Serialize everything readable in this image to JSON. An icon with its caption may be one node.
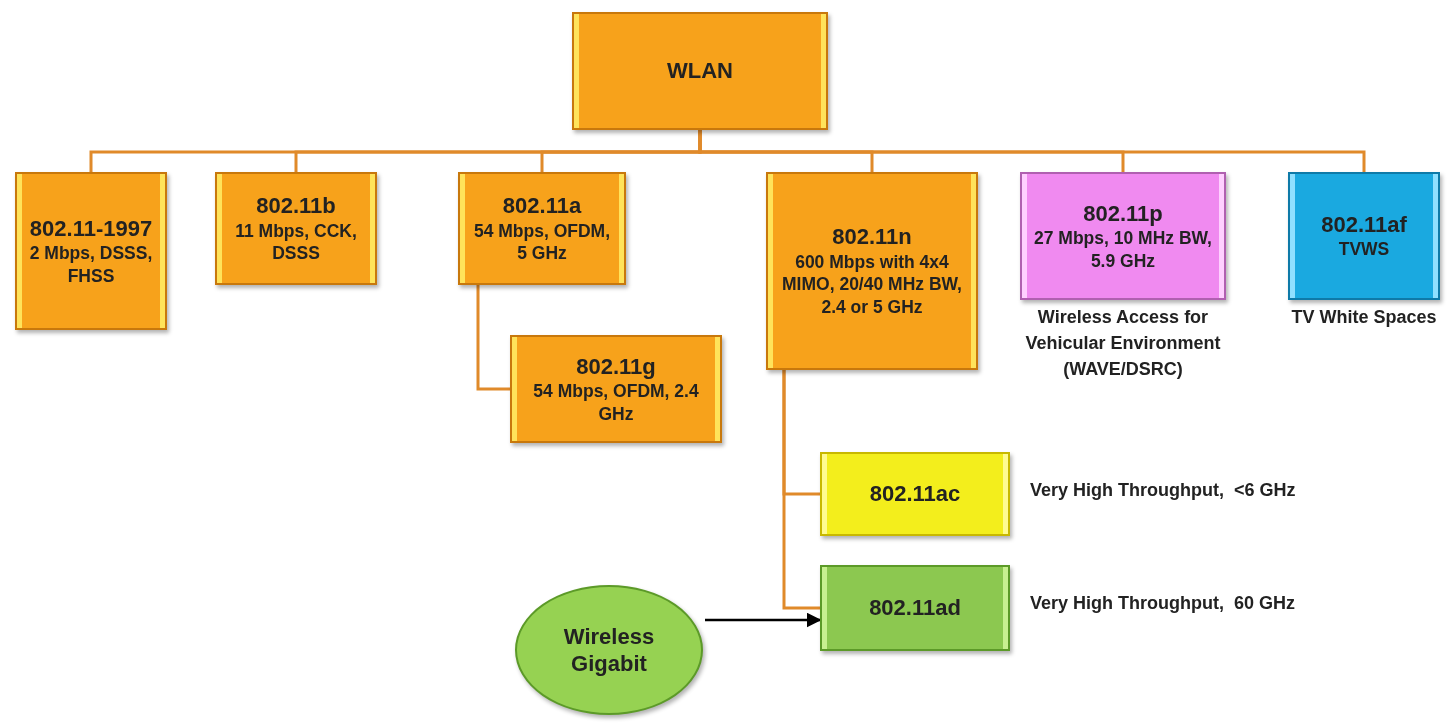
{
  "diagram": {
    "nodes": [
      {
        "text": [
          "WLAN"
        ]
      },
      {
        "text": [
          "802.11-1997",
          "2 Mbps, DSSS, FHSS"
        ]
      },
      {
        "text": [
          "802.11b",
          "11 Mbps, CCK, DSSS"
        ]
      },
      {
        "text": [
          "802.11a",
          "54 Mbps, OFDM, 5 GHz"
        ]
      },
      {
        "text": [
          "802.11n",
          "600 Mbps with 4x4 MIMO, 20/40 MHz BW, 2.4 or 5 GHz"
        ]
      },
      {
        "text": [
          "802.11p",
          "27 Mbps, 10 MHz BW, 5.9 GHz"
        ],
        "beside": [
          "Wireless Access for Vehicular Environment (WAVE/DSRC)"
        ]
      },
      {
        "text": [
          "802.11af",
          "TVWS"
        ],
        "beside": [
          "TV White Spaces"
        ]
      },
      {
        "text": [
          "802.11g",
          "54 Mbps, OFDM, 2.4 GHz"
        ]
      },
      {
        "text": [
          "802.11ac"
        ],
        "beside": [
          "Very High Throughput,  <6 GHz"
        ]
      },
      {
        "text": [
          "Wireless Gigabit"
        ]
      },
      {
        "text": [
          "802.11ad"
        ],
        "beside": [
          "Very High Throughput,  60 GHz"
        ]
      }
    ],
    "edges": [
      {
        "from": 0,
        "to": 1,
        "arrow": "none"
      },
      {
        "from": 0,
        "to": 2,
        "arrow": "none"
      },
      {
        "from": 0,
        "to": 3,
        "arrow": "none"
      },
      {
        "from": 0,
        "to": 4,
        "arrow": "none"
      },
      {
        "from": 0,
        "to": 5,
        "arrow": "none"
      },
      {
        "from": 0,
        "to": 6,
        "arrow": "none"
      },
      {
        "from": 3,
        "to": 7,
        "arrow": "none"
      },
      {
        "from": 4,
        "to": 8,
        "arrow": "none"
      },
      {
        "from": 4,
        "to": 10,
        "arrow": "none"
      },
      {
        "from": 9,
        "to": 10,
        "arrow": "to",
        "color": "#000000"
      }
    ]
  }
}
